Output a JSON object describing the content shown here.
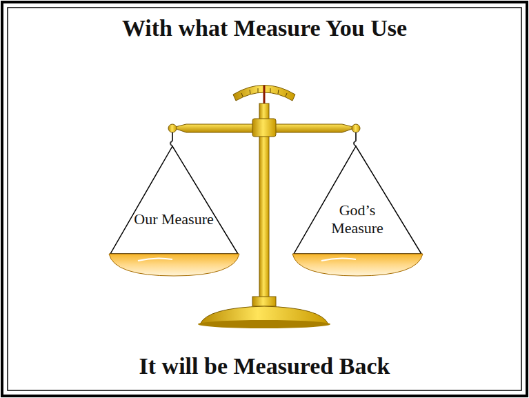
{
  "diagram": {
    "title": "With what Measure You Use",
    "caption": "It will be Measured Back",
    "nodes": [
      {
        "text": [
          "Our Measure"
        ]
      },
      {
        "text": [
          "God’s Measure"
        ]
      }
    ]
  }
}
